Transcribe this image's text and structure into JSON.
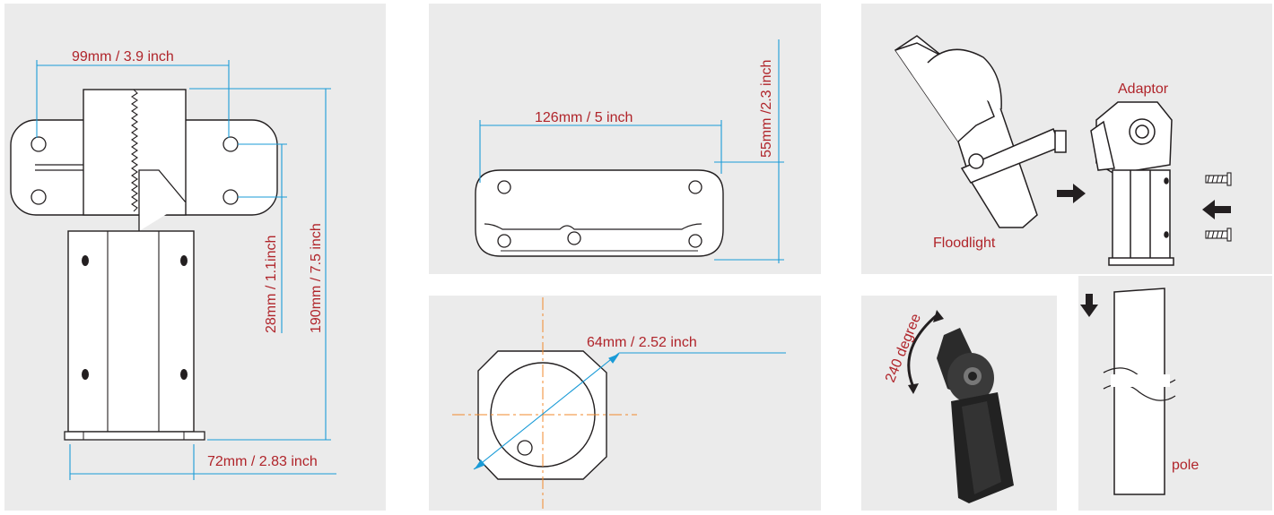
{
  "colors": {
    "panel_bg": "#ebebeb",
    "dimension_line": "#1a9bd7",
    "label_red": "#b0242a",
    "outline": "#231f20",
    "center_line": "#f08a2c"
  },
  "panel_left": {
    "width_label": "99mm / 3.9 inch",
    "hole_spacing_label": "28mm / 1.1inch",
    "height_label": "190mm / 7.5 inch",
    "base_label": "72mm / 2.83 inch"
  },
  "panel_top_mid": {
    "width_label": "126mm / 5 inch",
    "height_label": "55mm /2.3 inch"
  },
  "panel_bottom_mid": {
    "diameter_label": "64mm / 2.52 inch"
  },
  "panel_right": {
    "adaptor_label": "Adaptor",
    "floodlight_label": "Floodlight",
    "pole_label": "pole",
    "rotation_label": "240 degree",
    "icons": [
      "arrow-right-icon",
      "arrow-left-icon",
      "arrow-down-icon",
      "screw-icon"
    ]
  }
}
